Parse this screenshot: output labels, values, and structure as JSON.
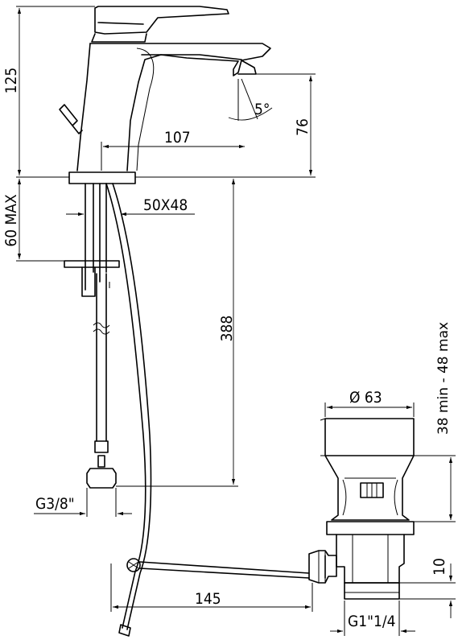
{
  "dimensions": {
    "overall_height": "125",
    "spout_height": "76",
    "spout_reach": "107",
    "spout_angle": "5°",
    "base_size": "50X48",
    "max_deck_thickness": "60 MAX",
    "hose_length": "388",
    "hose_connection": "G3/8\"",
    "waste_diameter": "Ø 63",
    "waste_adjustment": "38 min - 48 max",
    "lever_reach": "145",
    "waste_thread_length": "10",
    "waste_thread": "G1\"1/4"
  }
}
